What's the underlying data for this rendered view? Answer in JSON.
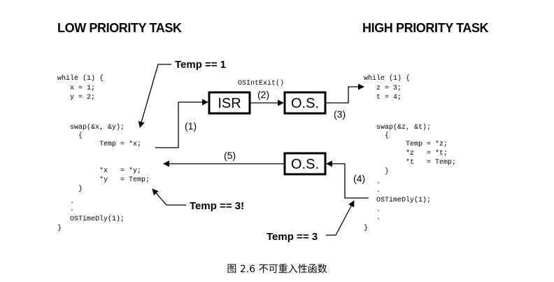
{
  "headings": {
    "low": "LOW PRIORITY TASK",
    "high": "HIGH PRIORITY TASK"
  },
  "boxes": {
    "isr": "ISR",
    "os1": "O.S.",
    "os2": "O.S."
  },
  "labels": {
    "osintexit": "OSIntExit()",
    "step1": "(1)",
    "step2": "(2)",
    "step3": "(3)",
    "step4": "(4)",
    "step5": "(5)"
  },
  "notes": {
    "temp1": "Temp == 1",
    "temp3_bang": "Temp == 3!",
    "temp3": "Temp == 3"
  },
  "low_code": [
    "while (1) {",
    "   x = 1;",
    "   y = 2;",
    "",
    "   swap(&x, &y);",
    "     {",
    "          Temp = *x;",
    "",
    "",
    "          *x   = *y;",
    "          *y   = Temp;",
    "     }",
    "",
    "   .",
    "   .",
    "   OSTimeDly(1);",
    "}"
  ],
  "high_code": [
    "while (1) {",
    "   z = 3;",
    "   t = 4;",
    "",
    "   swap(&z, &t);",
    "     {",
    "          Temp = *z;",
    "          *z   = *t;",
    "          *t   = Temp;",
    "     }",
    "   .",
    "   .",
    "   OSTimeDly(1);",
    "   .",
    "   .",
    "}"
  ],
  "caption": "图 2.6 不可重入性函数"
}
